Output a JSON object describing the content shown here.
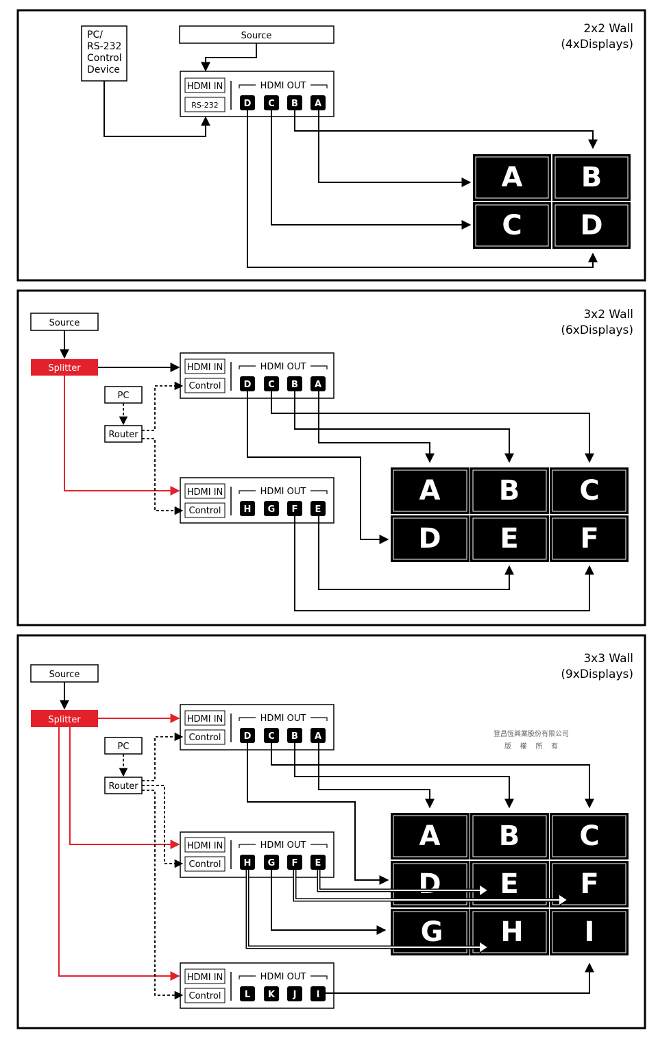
{
  "colors": {
    "accent": "#e3212b",
    "line": "#000000",
    "display": "#000000"
  },
  "panels": [
    {
      "title_line1": "2x2 Wall",
      "title_line2": "(4xDisplays)",
      "source": "Source",
      "control_device": [
        "PC/",
        "RS-232",
        "Control",
        "Device"
      ],
      "unit": {
        "in": "HDMI IN",
        "ctrl": "RS-232",
        "out": "HDMI OUT",
        "ports": [
          "D",
          "C",
          "B",
          "A"
        ]
      },
      "displays": [
        "A",
        "B",
        "C",
        "D"
      ]
    },
    {
      "title_line1": "3x2 Wall",
      "title_line2": "(6xDisplays)",
      "source": "Source",
      "splitter": "Splitter",
      "pc": "PC",
      "router": "Router",
      "units": [
        {
          "in": "HDMI IN",
          "ctrl": "Control",
          "out": "HDMI OUT",
          "ports": [
            "D",
            "C",
            "B",
            "A"
          ]
        },
        {
          "in": "HDMI IN",
          "ctrl": "Control",
          "out": "HDMI OUT",
          "ports": [
            "H",
            "G",
            "F",
            "E"
          ]
        }
      ],
      "displays": [
        "A",
        "B",
        "C",
        "D",
        "E",
        "F"
      ]
    },
    {
      "title_line1": "3x3 Wall",
      "title_line2": "(9xDisplays)",
      "source": "Source",
      "splitter": "Splitter",
      "pc": "PC",
      "router": "Router",
      "watermark_line1": "登昌恆興業股份有限公司",
      "watermark_line2": "版    權    所    有",
      "units": [
        {
          "in": "HDMI IN",
          "ctrl": "Control",
          "out": "HDMI OUT",
          "ports": [
            "D",
            "C",
            "B",
            "A"
          ]
        },
        {
          "in": "HDMI IN",
          "ctrl": "Control",
          "out": "HDMI OUT",
          "ports": [
            "H",
            "G",
            "F",
            "E"
          ]
        },
        {
          "in": "HDMI IN",
          "ctrl": "Control",
          "out": "HDMI OUT",
          "ports": [
            "L",
            "K",
            "J",
            "I"
          ]
        }
      ],
      "displays": [
        "A",
        "B",
        "C",
        "D",
        "E",
        "F",
        "G",
        "H",
        "I"
      ]
    }
  ]
}
